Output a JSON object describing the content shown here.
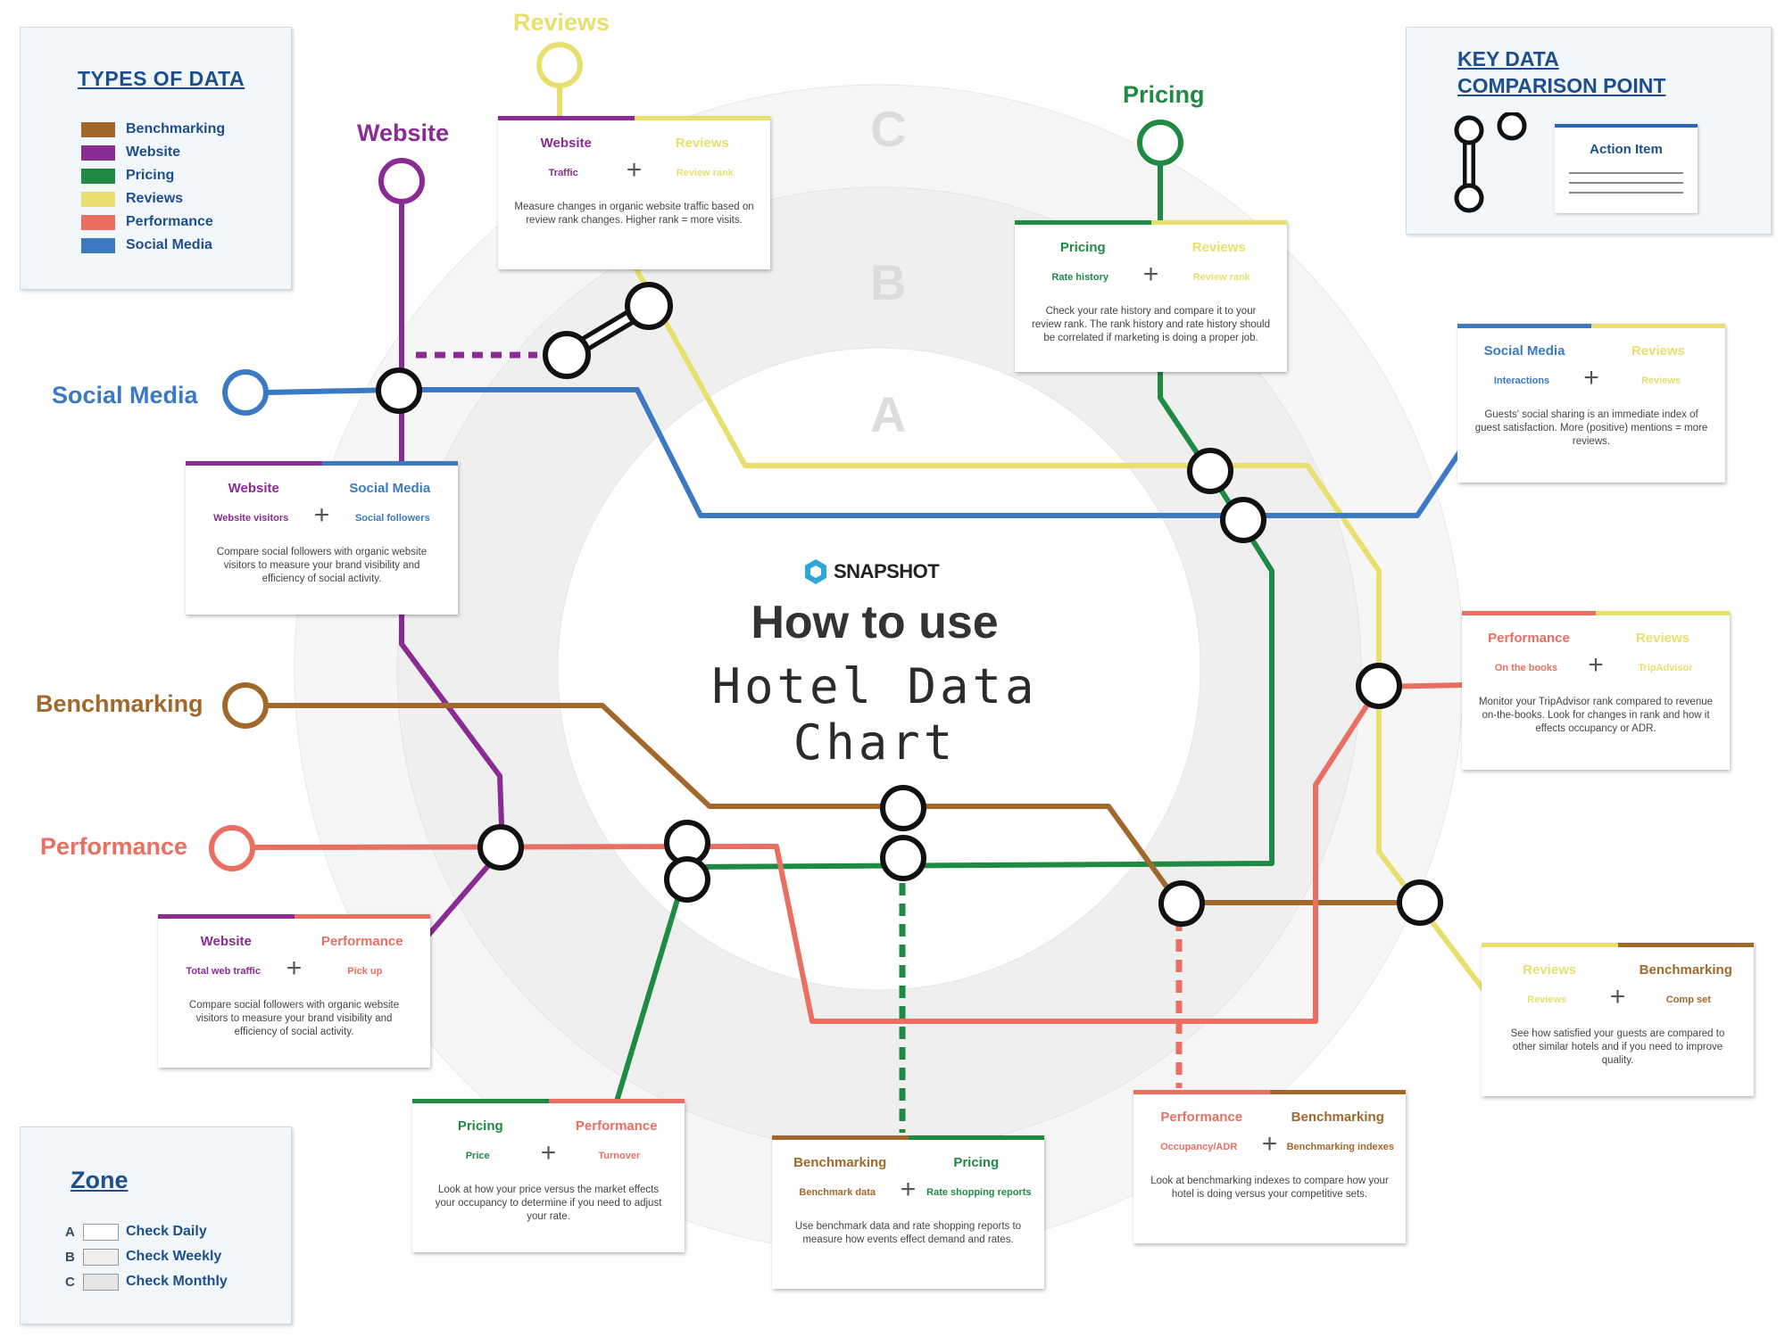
{
  "colors": {
    "benchmarking": "#a0692b",
    "website": "#8a2a93",
    "pricing": "#1f8a44",
    "reviews": "#e7df6e",
    "performance": "#e96f63",
    "social_media": "#3b79c3",
    "heading_blue": "#1f4e8c"
  },
  "types_panel": {
    "title": "TYPES OF DATA",
    "items": [
      {
        "label": "Benchmarking",
        "color": "#a0692b"
      },
      {
        "label": "Website",
        "color": "#8a2a93"
      },
      {
        "label": "Pricing",
        "color": "#1f8a44"
      },
      {
        "label": "Reviews",
        "color": "#e7df6e"
      },
      {
        "label": "Performance",
        "color": "#e96f63"
      },
      {
        "label": "Social Media",
        "color": "#3b79c3"
      }
    ]
  },
  "key_panel": {
    "title_line1": "KEY DATA",
    "title_line2": "COMPARISON POINT",
    "card_title": "Action Item"
  },
  "zone_panel": {
    "title": "Zone",
    "rows": [
      {
        "letter": "A",
        "label": "Check Daily"
      },
      {
        "letter": "B",
        "label": "Check Weekly"
      },
      {
        "letter": "C",
        "label": "Check Monthly"
      }
    ]
  },
  "center": {
    "brand": "SNAPSHOT",
    "title": "How to use",
    "subtitle": "Hotel Data Chart"
  },
  "zones": {
    "a": "A",
    "b": "B",
    "c": "C"
  },
  "line_labels": {
    "reviews": "Reviews",
    "website": "Website",
    "pricing": "Pricing",
    "social_media": "Social Media",
    "benchmarking": "Benchmarking",
    "performance": "Performance"
  },
  "cards": [
    {
      "left": "Website",
      "right": "Reviews",
      "left_sub": "Traffic",
      "right_sub": "Review rank",
      "left_color": "#8a2a93",
      "right_color": "#e7df6e",
      "desc": "Measure changes in organic website traffic based on review rank changes. Higher rank = more visits."
    },
    {
      "left": "Pricing",
      "right": "Reviews",
      "left_sub": "Rate history",
      "right_sub": "Review rank",
      "left_color": "#1f8a44",
      "right_color": "#e7df6e",
      "desc": "Check your rate history and compare it to your review rank. The rank history and rate history should be correlated if marketing is doing a proper job."
    },
    {
      "left": "Social Media",
      "right": "Reviews",
      "left_sub": "Interactions",
      "right_sub": "Reviews",
      "left_color": "#3b79c3",
      "right_color": "#e7df6e",
      "desc": "Guests' social sharing is an immediate index of guest satisfaction. More (positive) mentions = more reviews."
    },
    {
      "left": "Website",
      "right": "Social Media",
      "left_sub": "Website visitors",
      "right_sub": "Social followers",
      "left_color": "#8a2a93",
      "right_color": "#3b79c3",
      "desc": "Compare social followers with organic website visitors to measure your brand visibility and efficiency of social activity."
    },
    {
      "left": "Performance",
      "right": "Reviews",
      "left_sub": "On the books",
      "right_sub": "TripAdvisor",
      "left_color": "#e96f63",
      "right_color": "#e7df6e",
      "desc": "Monitor your TripAdvisor rank compared to revenue on-the-books. Look for changes in rank and how it effects occupancy or ADR."
    },
    {
      "left": "Website",
      "right": "Performance",
      "left_sub": "Total web traffic",
      "right_sub": "Pick up",
      "left_color": "#8a2a93",
      "right_color": "#e96f63",
      "desc": "Compare social followers with organic website visitors to measure your brand visibility and efficiency of social activity."
    },
    {
      "left": "Reviews",
      "right": "Benchmarking",
      "left_sub": "Reviews",
      "right_sub": "Comp set",
      "left_color": "#e7df6e",
      "right_color": "#a0692b",
      "desc": "See how satisfied your guests are compared to other similar hotels and if you need to improve quality."
    },
    {
      "left": "Pricing",
      "right": "Performance",
      "left_sub": "Price",
      "right_sub": "Turnover",
      "left_color": "#1f8a44",
      "right_color": "#e96f63",
      "desc": "Look at how your price versus the market effects your occupancy to determine if you need to adjust your rate."
    },
    {
      "left": "Benchmarking",
      "right": "Pricing",
      "left_sub": "Benchmark data",
      "right_sub": "Rate shopping reports",
      "left_color": "#a0692b",
      "right_color": "#1f8a44",
      "desc": "Use benchmark data and rate shopping reports to measure how events effect demand and rates."
    },
    {
      "left": "Performance",
      "right": "Benchmarking",
      "left_sub": "Occupancy/ADR",
      "right_sub": "Benchmarking indexes",
      "left_color": "#e96f63",
      "right_color": "#a0692b",
      "desc": "Look at benchmarking indexes to compare how your hotel is doing versus your competitive sets."
    }
  ]
}
